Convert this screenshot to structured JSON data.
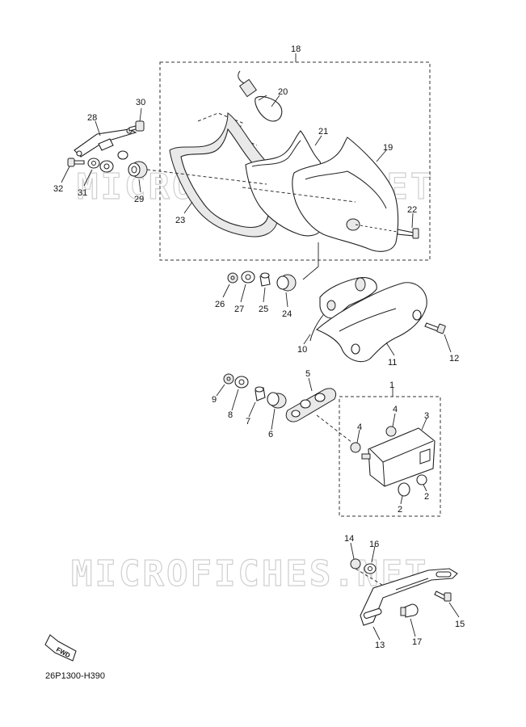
{
  "watermark": {
    "text_top": "MICROFICHES.NET",
    "text_bottom": "MICROFICHES.NET"
  },
  "fwd_label": "FWD",
  "diagram_code": "26P1300-H390",
  "callouts": {
    "n1": "1",
    "n2a": "2",
    "n2b": "2",
    "n3": "3",
    "n4a": "4",
    "n4b": "4",
    "n5": "5",
    "n6": "6",
    "n7": "7",
    "n8": "8",
    "n9": "9",
    "n10": "10",
    "n11": "11",
    "n12": "12",
    "n13": "13",
    "n14": "14",
    "n15": "15",
    "n16": "16",
    "n17": "17",
    "n18": "18",
    "n19": "19",
    "n20": "20",
    "n21": "21",
    "n22": "22",
    "n23": "23",
    "n24": "24",
    "n25": "25",
    "n26": "26",
    "n27": "27",
    "n28": "28",
    "n29": "29",
    "n30": "30",
    "n31": "31",
    "n32": "32"
  }
}
